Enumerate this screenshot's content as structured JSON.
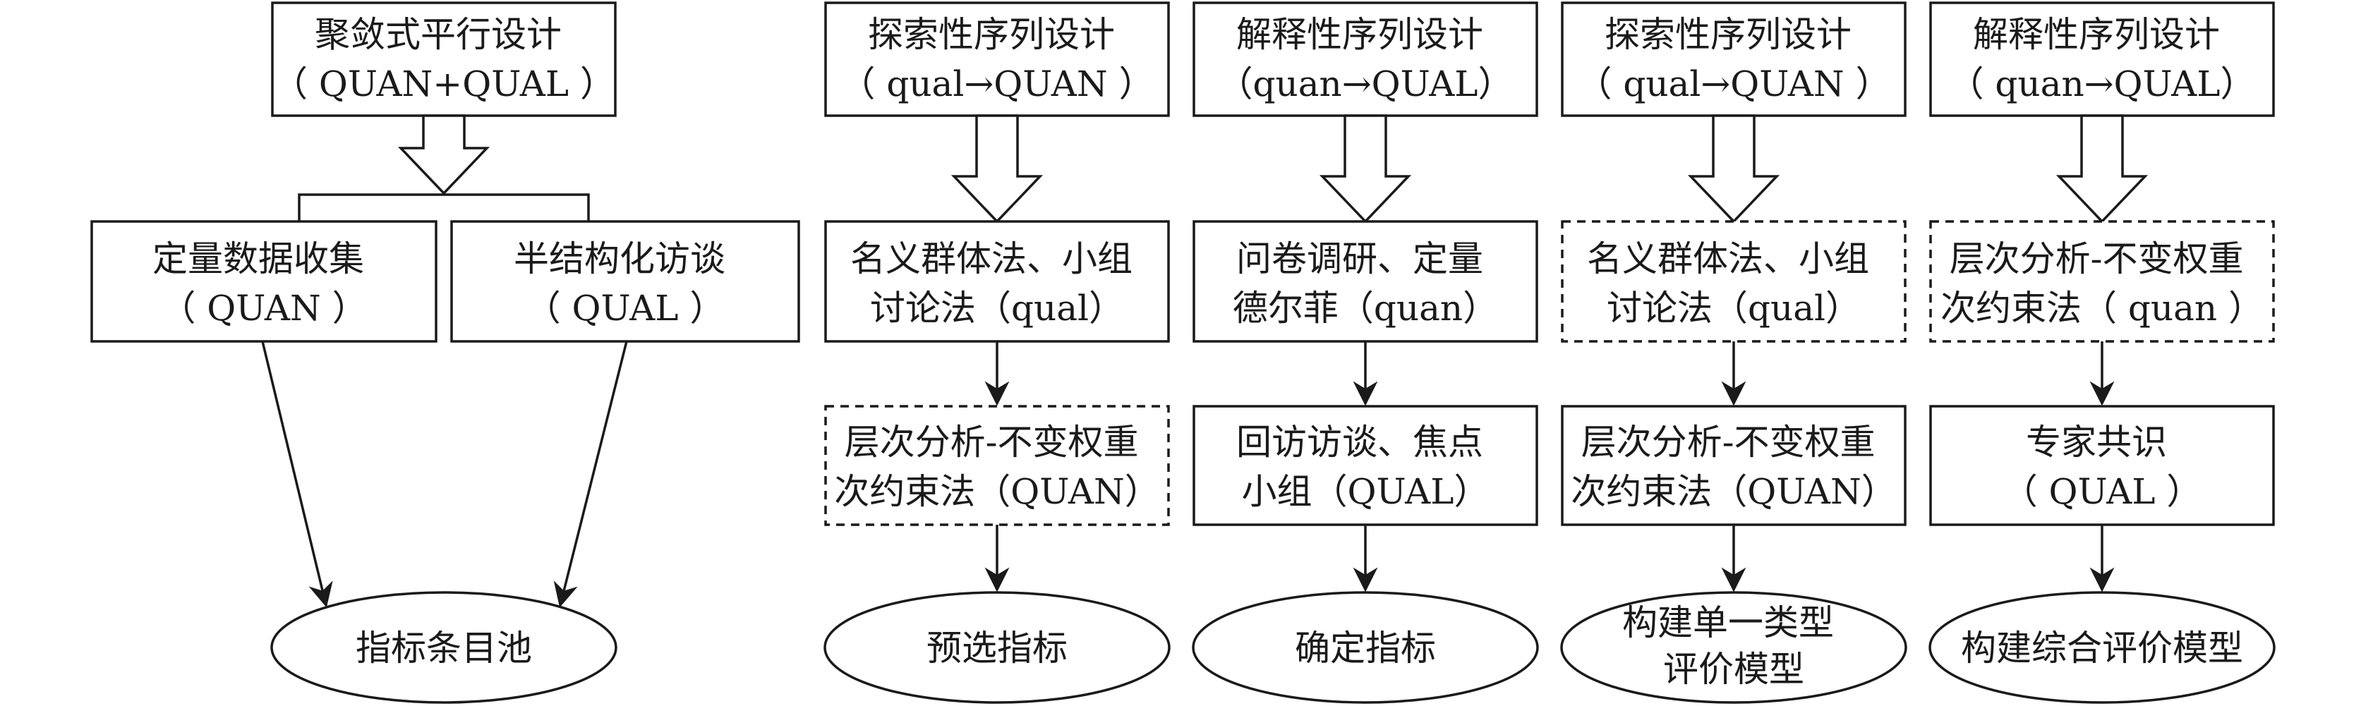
{
  "columns": [
    {
      "header": [
        "聚敛式平行设计",
        "（ QUAN+QUAL ）"
      ],
      "branches": [
        [
          "定量数据收集",
          "（ QUAN ）"
        ],
        [
          "半结构化访谈",
          "（ QUAL ）"
        ]
      ],
      "result": [
        "指标条目池"
      ]
    },
    {
      "header": [
        "探索性序列设计",
        "（ qual→QUAN ）"
      ],
      "step1": [
        "名义群体法、小组",
        "讨论法（qual）"
      ],
      "step2": [
        "层次分析-不变权重",
        "次约束法（QUAN）"
      ],
      "result": [
        "预选指标"
      ]
    },
    {
      "header": [
        "解释性序列设计",
        "（quan→QUAL）"
      ],
      "step1": [
        "问卷调研、定量",
        "德尔菲（quan）"
      ],
      "step2": [
        "回访访谈、焦点",
        "小组（QUAL）"
      ],
      "result": [
        "确定指标"
      ]
    },
    {
      "header": [
        "探索性序列设计",
        "（ qual→QUAN ）"
      ],
      "step1": [
        "名义群体法、小组",
        "讨论法（qual）"
      ],
      "step2": [
        "层次分析-不变权重",
        "次约束法（QUAN）"
      ],
      "result": [
        "构建单一类型",
        "评价模型"
      ]
    },
    {
      "header": [
        "解释性序列设计",
        "（ quan→QUAL）"
      ],
      "step1": [
        "层次分析-不变权重",
        "次约束法（ quan ）"
      ],
      "step2": [
        "专家共识",
        "（ QUAL ）"
      ],
      "result": [
        "构建综合评价模型"
      ]
    }
  ]
}
